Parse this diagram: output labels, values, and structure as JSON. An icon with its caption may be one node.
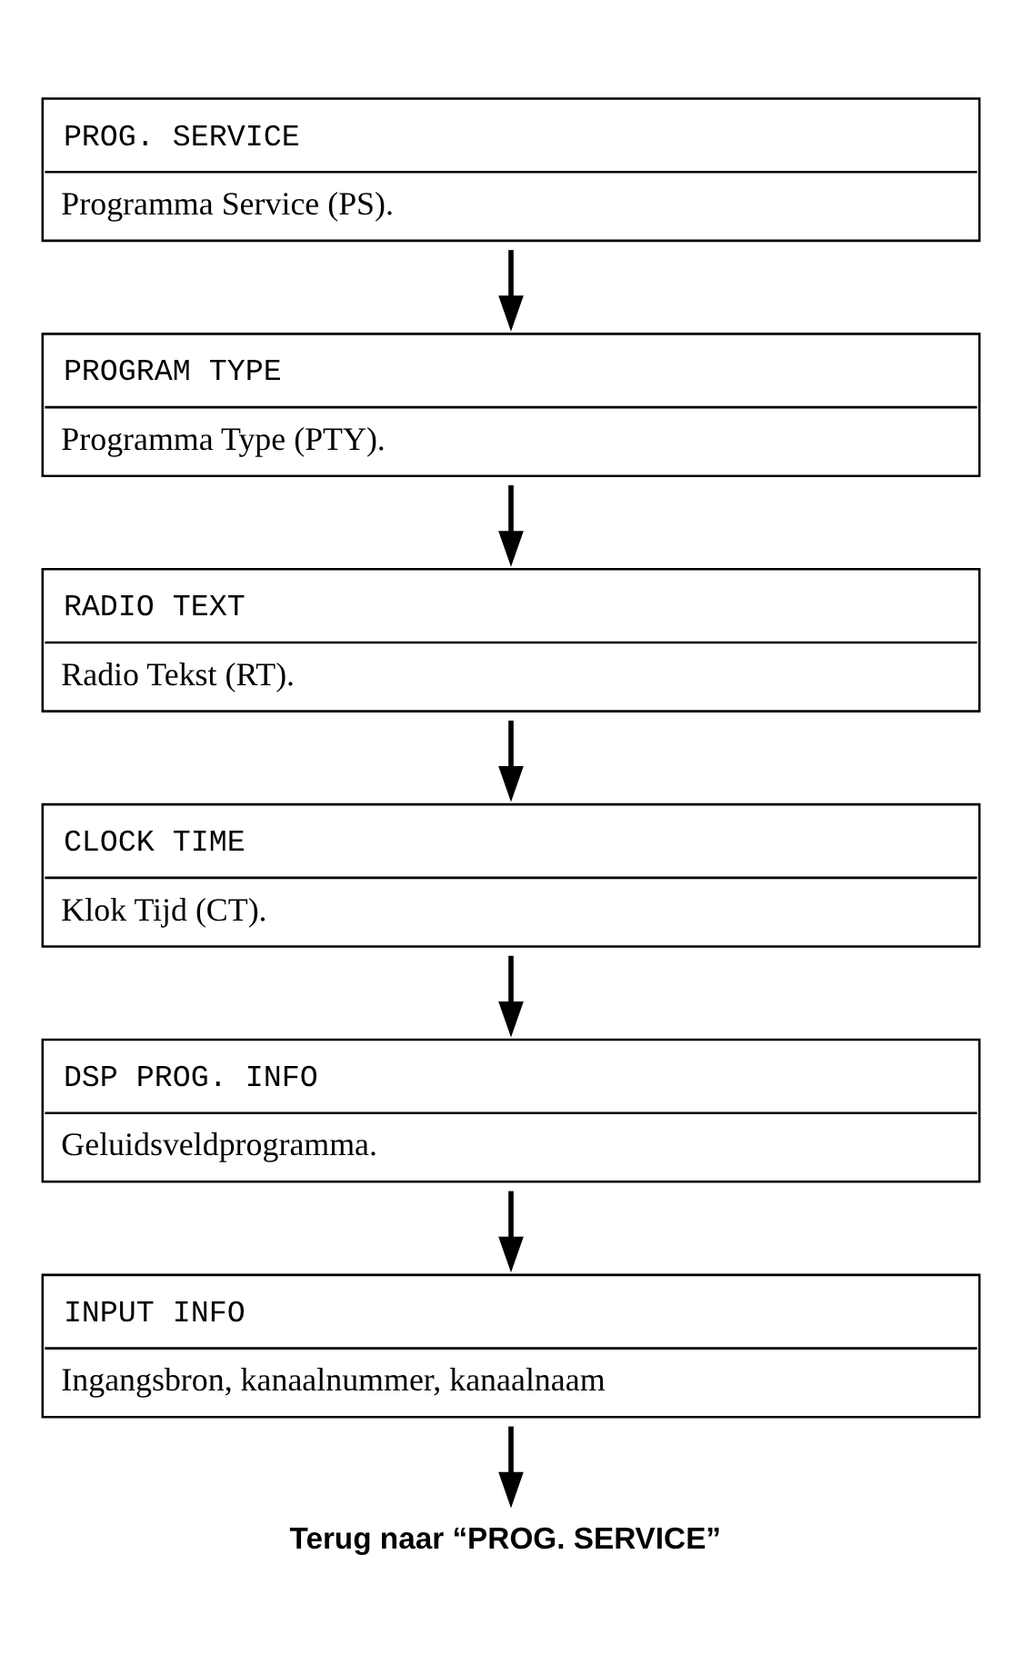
{
  "diagram": {
    "nodes": [
      {
        "text": [
          "PROG. SERVICE",
          "Programma Service (PS)."
        ]
      },
      {
        "text": [
          "PROGRAM TYPE",
          "Programma Type (PTY)."
        ]
      },
      {
        "text": [
          "RADIO TEXT",
          "Radio Tekst (RT)."
        ]
      },
      {
        "text": [
          "CLOCK TIME",
          "Klok Tijd (CT)."
        ]
      },
      {
        "text": [
          "DSP PROG. INFO",
          "Geluidsveldprogramma."
        ]
      },
      {
        "text": [
          "INPUT INFO",
          "Ingangsbron, kanaalnummer, kanaalnaam"
        ]
      },
      {
        "text": [
          "Terug naar “PROG. SERVICE”"
        ]
      }
    ],
    "edges": [
      {
        "from": 0,
        "to": 1,
        "arrow": "to"
      },
      {
        "from": 1,
        "to": 2,
        "arrow": "to"
      },
      {
        "from": 2,
        "to": 3,
        "arrow": "to"
      },
      {
        "from": 3,
        "to": 4,
        "arrow": "to"
      },
      {
        "from": 4,
        "to": 5,
        "arrow": "to"
      },
      {
        "from": 5,
        "to": 6,
        "arrow": "to"
      }
    ]
  }
}
